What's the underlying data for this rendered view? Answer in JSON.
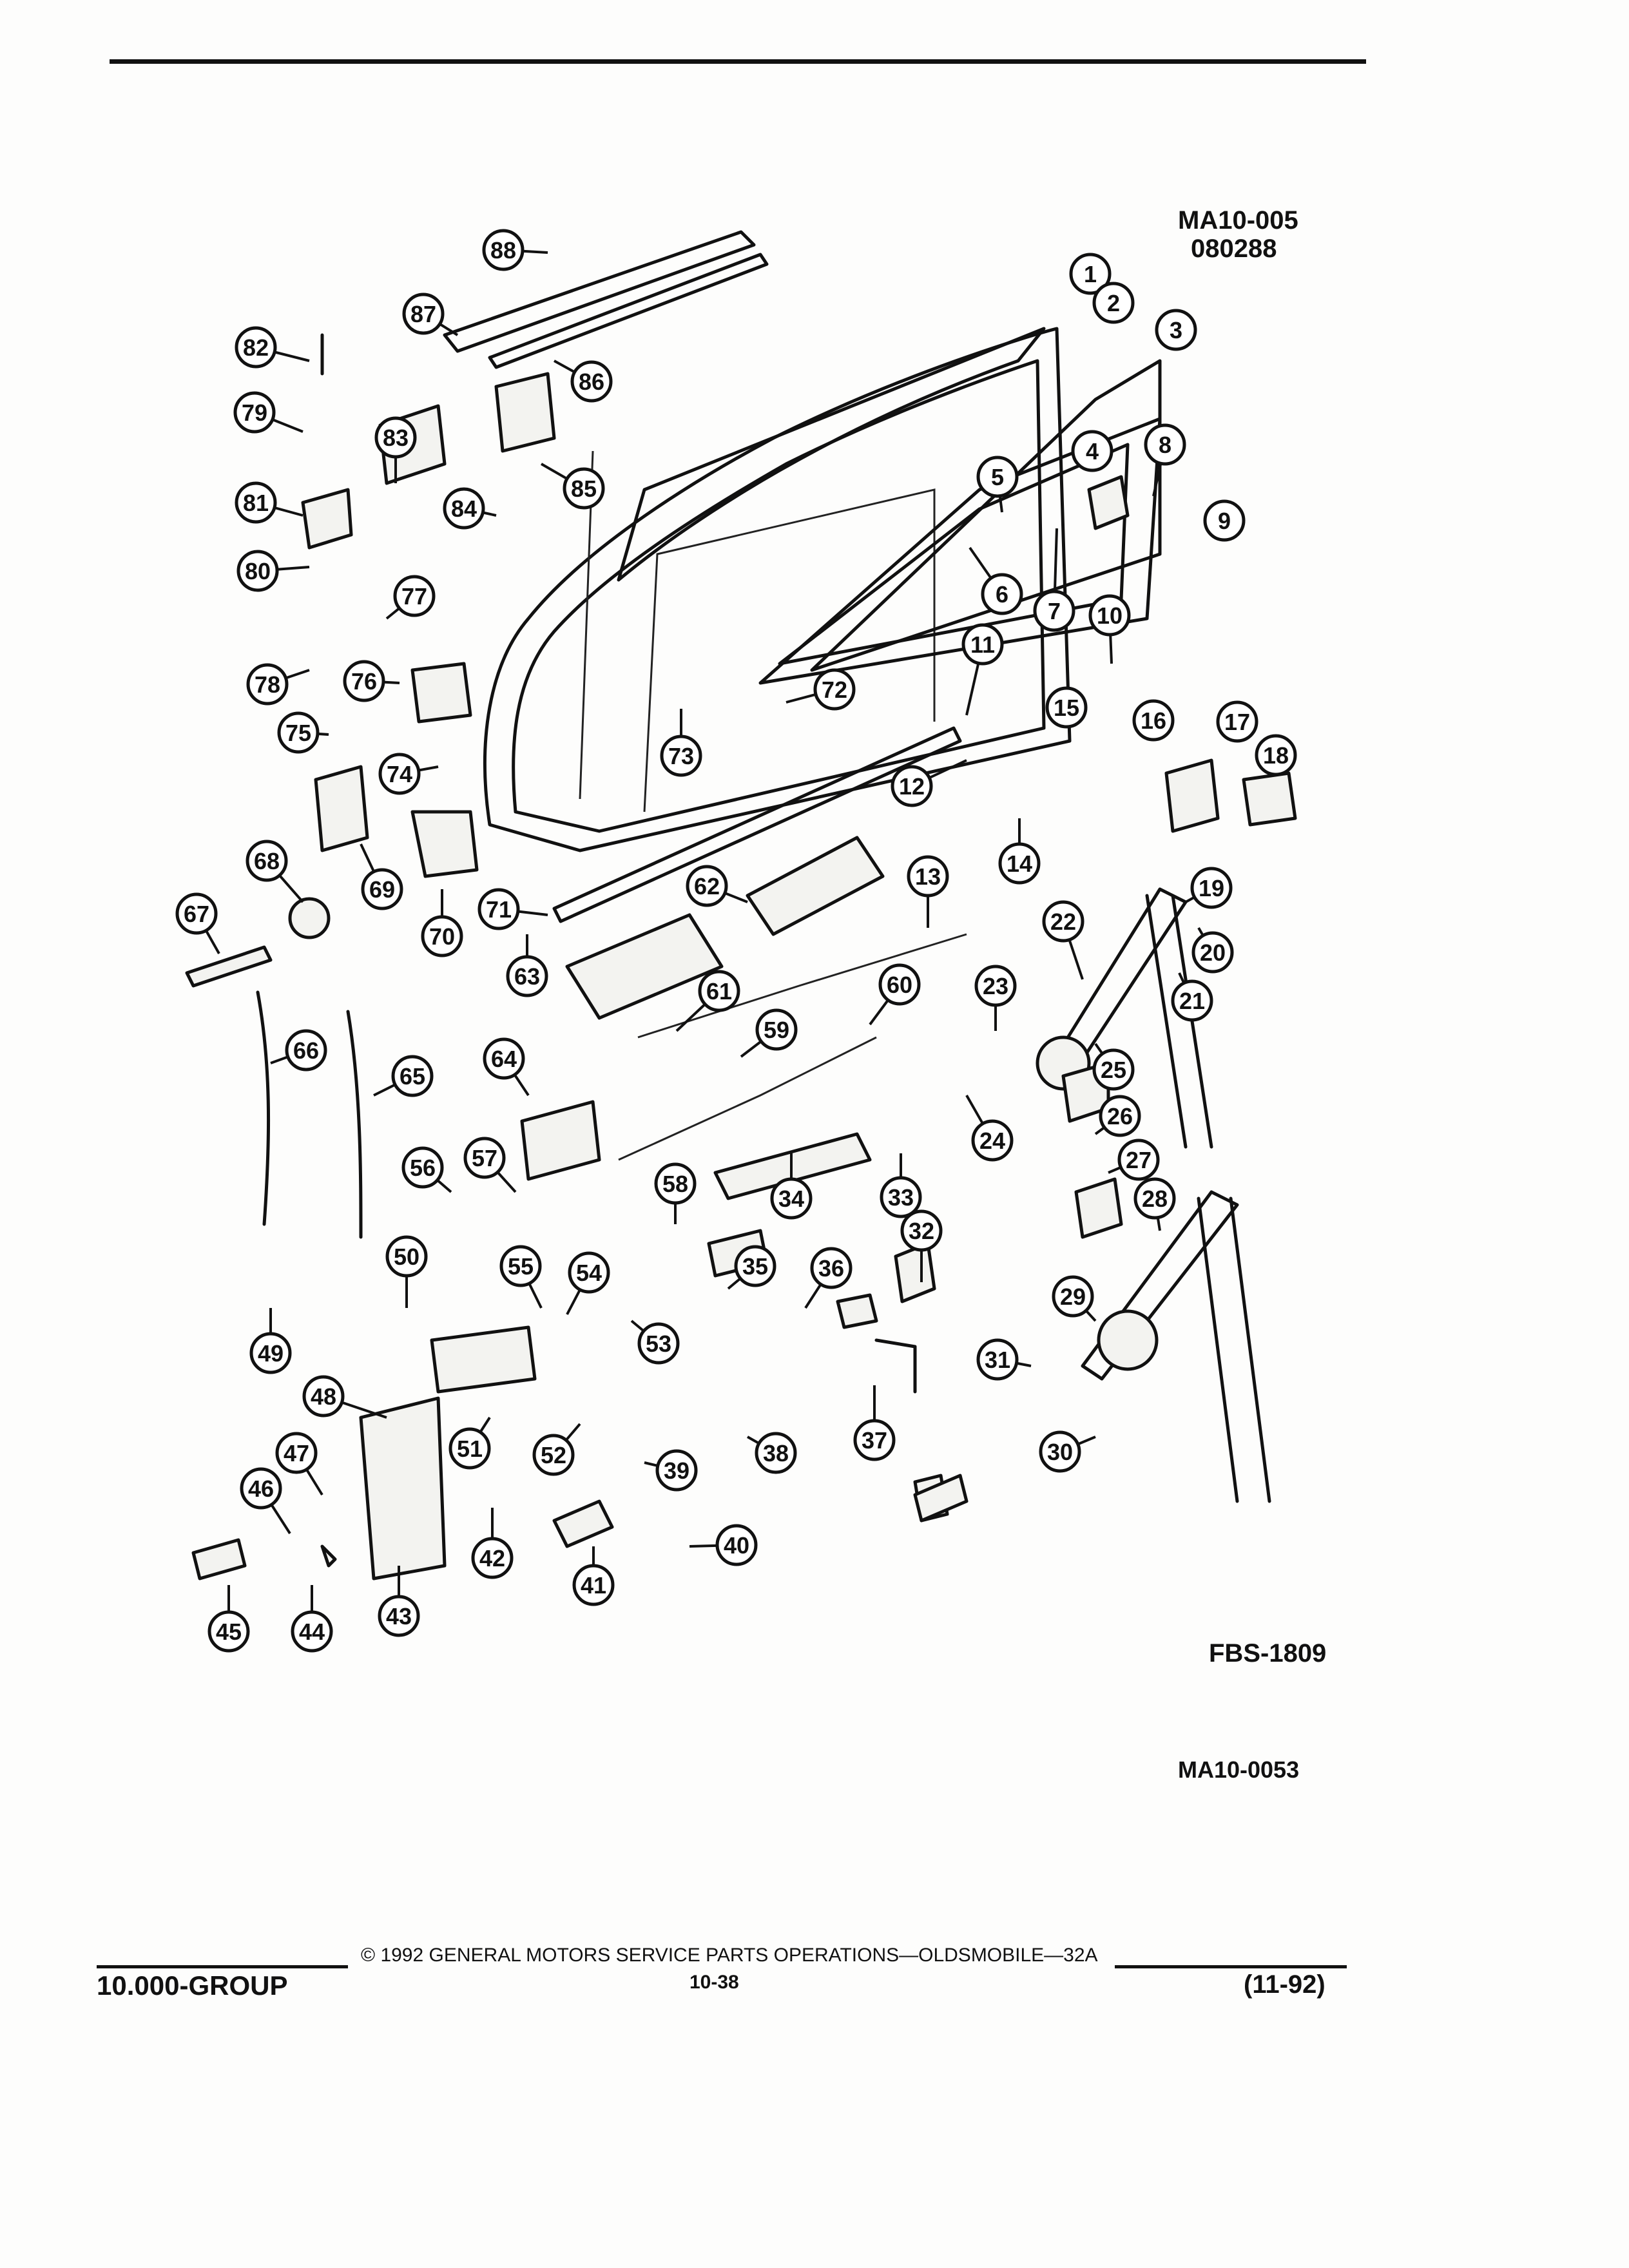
{
  "header": {
    "code": "MA10-005",
    "date": "080288"
  },
  "figure": {
    "code": "FBS-1809",
    "image_code": "MA10-0053"
  },
  "footer": {
    "group": "10.000-GROUP",
    "copyright": "© 1992 GENERAL MOTORS SERVICE PARTS OPERATIONS—OLDSMOBILE—32A",
    "page": "10-38",
    "revision": "(11-92)"
  },
  "callouts": [
    "1",
    "2",
    "3",
    "4",
    "5",
    "6",
    "7",
    "8",
    "9",
    "10",
    "11",
    "12",
    "13",
    "14",
    "15",
    "16",
    "17",
    "18",
    "19",
    "20",
    "21",
    "22",
    "23",
    "24",
    "25",
    "26",
    "27",
    "28",
    "29",
    "30",
    "31",
    "32",
    "33",
    "34",
    "35",
    "36",
    "37",
    "38",
    "39",
    "40",
    "41",
    "42",
    "43",
    "44",
    "45",
    "46",
    "47",
    "48",
    "49",
    "50",
    "51",
    "52",
    "53",
    "54",
    "55",
    "56",
    "57",
    "58",
    "59",
    "60",
    "61",
    "62",
    "63",
    "64",
    "65",
    "66",
    "67",
    "68",
    "69",
    "70",
    "71",
    "72",
    "73",
    "74",
    "75",
    "76",
    "77",
    "78",
    "79",
    "80",
    "81",
    "82",
    "83",
    "84",
    "85",
    "86",
    "87",
    "88"
  ],
  "colors": {
    "ink": "#111111",
    "paper": "#fdfdfc"
  }
}
